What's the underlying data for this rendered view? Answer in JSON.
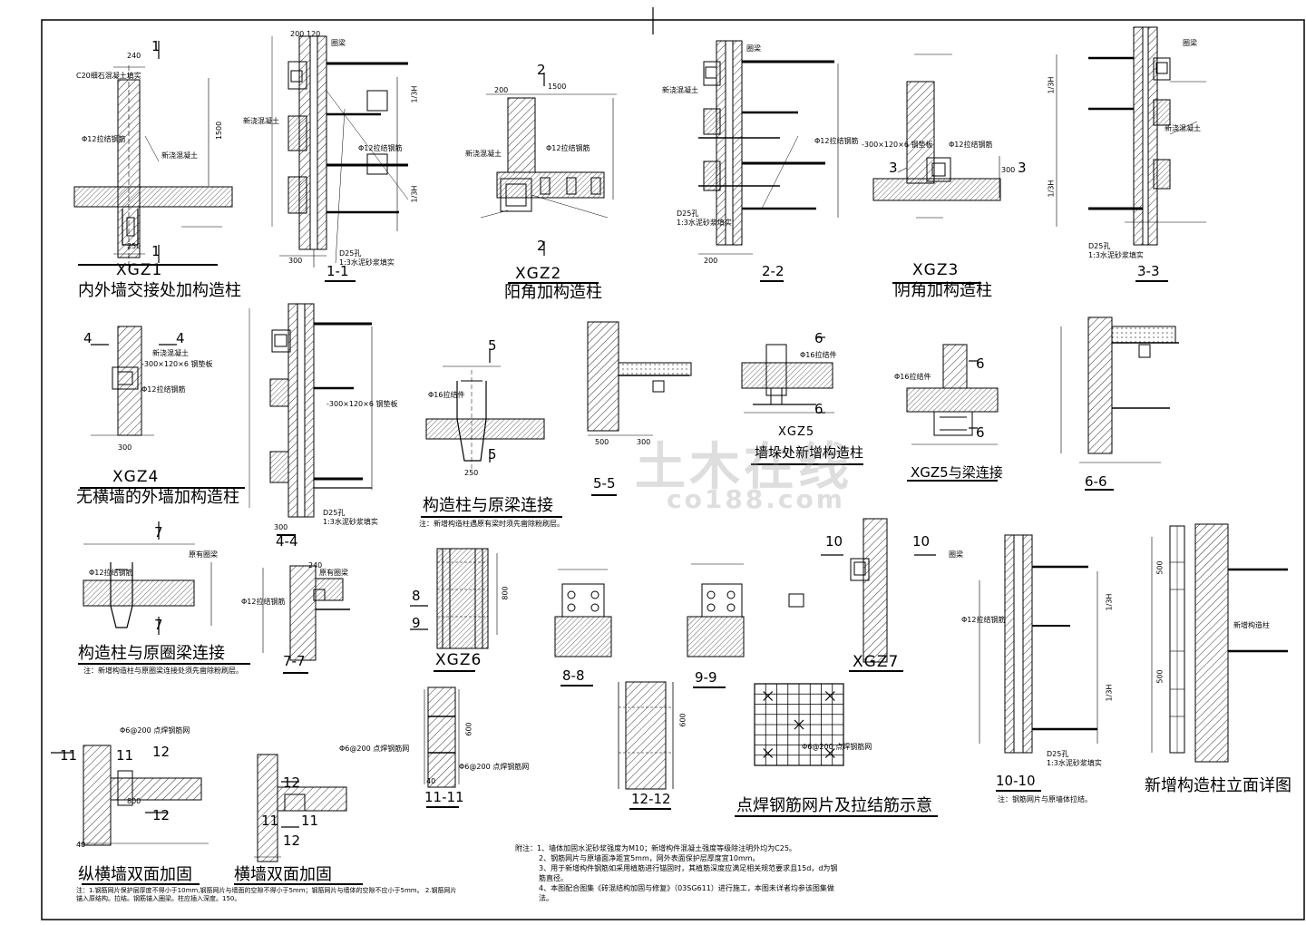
{
  "details": [
    {
      "key": "xgz1",
      "code": "XGZ1",
      "title": "内外墙交接处加构造柱"
    },
    {
      "key": "s11",
      "section": "1-1"
    },
    {
      "key": "xgz2",
      "code": "XGZ2",
      "title": "阳角加构造柱"
    },
    {
      "key": "s22",
      "section": "2-2"
    },
    {
      "key": "xgz3",
      "code": "XGZ3",
      "title": "阴角加构造柱"
    },
    {
      "key": "s33",
      "section": "3-3"
    },
    {
      "key": "xgz4",
      "code": "XGZ4",
      "title": "无横墙的外墙加构造柱"
    },
    {
      "key": "s44",
      "section": "4-4"
    },
    {
      "key": "beam",
      "title": "构造柱与原梁连接"
    },
    {
      "key": "s55",
      "section": "5-5"
    },
    {
      "key": "xgz5",
      "code": "XGZ5",
      "title": "墙垛处新增构造柱"
    },
    {
      "key": "xgz5b",
      "title": "XGZ5与梁连接"
    },
    {
      "key": "s66",
      "section": "6-6"
    },
    {
      "key": "ring",
      "title": "构造柱与原圈梁连接"
    },
    {
      "key": "s77",
      "section": "7-7"
    },
    {
      "key": "xgz6",
      "code": "XGZ6"
    },
    {
      "key": "s88",
      "section": "8-8"
    },
    {
      "key": "s99",
      "section": "9-9"
    },
    {
      "key": "xgz7",
      "code": "XGZ7"
    },
    {
      "key": "s1010",
      "section": "10-10"
    },
    {
      "key": "elev",
      "title": "新增构造柱立面详图"
    },
    {
      "key": "s1111",
      "section": "11-11"
    },
    {
      "key": "s1212",
      "section": "12-12"
    },
    {
      "key": "mesh",
      "title": "点焊钢筋网片及拉结筋示意"
    },
    {
      "key": "wall1",
      "title": "纵横墙双面加固"
    },
    {
      "key": "wall2",
      "title": "横墙双面加固"
    }
  ],
  "section_marks": {
    "m1": "1",
    "m2": "2",
    "m3": "3",
    "m4": "4",
    "m5": "5",
    "m6": "6",
    "m7": "7",
    "m8": "8",
    "m9": "9",
    "m10": "10",
    "m11": "11",
    "m12": "12"
  },
  "labels": {
    "c20": "C20细石混凝土填实",
    "phi12": "Φ12拉结钢筋",
    "newconc": "新浇混凝土",
    "d25": "D25孔",
    "grout": "1:3水泥砂浆填实",
    "ringbeam": "圈梁",
    "lintel": "原有圈梁",
    "steel": "-300×120×6 钢垫板",
    "anchor": "Φ16拉结件",
    "mesh_label": "Φ6@200 点焊钢筋网",
    "new_col": "新增构造柱"
  },
  "dims": {
    "d240": "240",
    "d200": "200",
    "d120": "120",
    "d300": "300",
    "d250": "250",
    "d1500": "1500",
    "d600": "600",
    "d800": "800",
    "d500": "500",
    "d40": "40",
    "h3": "1/3H"
  },
  "notes_beam": "注：新增构造柱遇原有梁时须先凿除粉刷层。",
  "notes_ring": "注：新增构造柱与原圈梁连接处须先凿除粉刷层。",
  "notes_1010": "注：钢筋网片与原墙体拉结。",
  "notes_bottom": "注：1.钢筋网片保护层厚度不得小于10mm,钢筋网片与墙面的空隙不得小于5mm；钢筋网片与墙体的空隙不应小于5mm。 2.钢筋网片锚入原结构。拉结。钢筋锚入圈梁。柱应插入深度。150。",
  "notes_general": [
    "附注：1、墙体加固水泥砂浆强度为M10；新增构件混凝土强度等级除注明外均为C25。",
    "2、钢筋网片与原墙面净距宜5mm，网外表面保护层厚度宜10mm。",
    "3、用于新增构件钢筋如采用植筋进行锚固时，其植筋深度应满足相关规范要求且15d，d为钢筋直径。",
    "4、本图配合图集《砖混结构加固与修复》（03SG611）进行施工，本图未详者均参该图集做法。"
  ],
  "watermark": {
    "main": "土木在线",
    "sub": "co188.com"
  },
  "colors": {
    "line": "#000000",
    "paper": "#ffffff",
    "watermark": "#b4b4b4"
  }
}
